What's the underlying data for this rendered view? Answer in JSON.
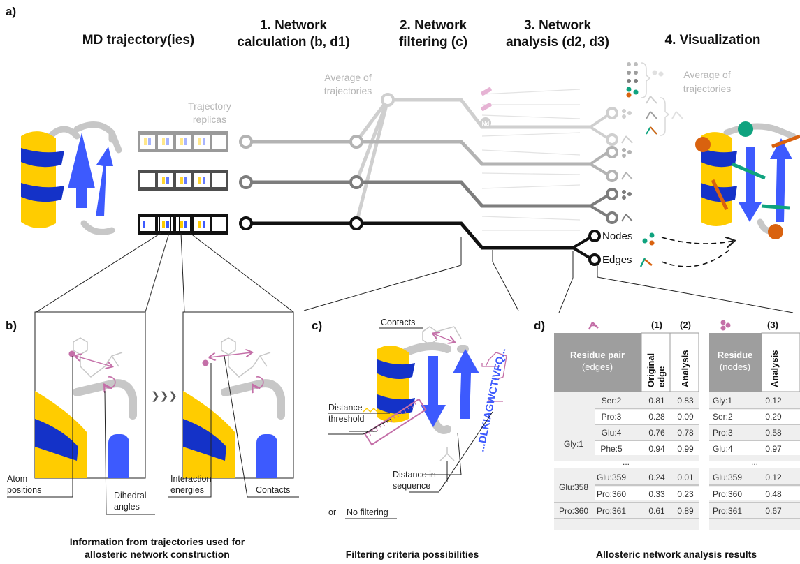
{
  "panel_a": {
    "label": "a)",
    "headers": {
      "md": "MD trajectory(ies)",
      "step1_l1": "1. Network",
      "step1_l2": "calculation (b, d1)",
      "step2_l1": "2. Network",
      "step2_l2": "filtering (c)",
      "step3_l1": "3. Network",
      "step3_l2": "analysis (d2, d3)",
      "step4": "4. Visualization"
    },
    "traj_replicas_l1": "Trajectory",
    "traj_replicas_l2": "replicas",
    "avg_l1": "Average of",
    "avg_l2": "trajectories",
    "avg2_l1": "Average of",
    "avg2_l2": "trajectories",
    "nodes": "Nodes",
    "edges": "Edges",
    "nd_badge": "Nd"
  },
  "panel_b": {
    "label": "b)",
    "atom_l1": "Atom",
    "atom_l2": "positions",
    "dihedral_l1": "Dihedral",
    "dihedral_l2": "angles",
    "interaction_l1": "Interaction",
    "interaction_l2": "energies",
    "contacts": "Contacts",
    "caption_l1": "Information from trajectories used for",
    "caption_l2": "allosteric network construction"
  },
  "panel_c": {
    "label": "c)",
    "contacts": "Contacts",
    "distance_l1": "Distance",
    "distance_l2": "threshold",
    "seqdist_l1": "Distance in",
    "seqdist_l2": "sequence",
    "sequence": "...DLKIAGWCTIVFQ...",
    "or": "or",
    "no_filtering": "No filtering",
    "caption": "Filtering criteria possibilities"
  },
  "panel_d": {
    "label": "d)",
    "caption": "Allosteric network analysis results",
    "edge_table": {
      "col1": "(1)",
      "col2": "(2)",
      "head_l1": "Residue pair",
      "head_l2": "(edges)",
      "sub1_l1": "Original",
      "sub1_l2": "edge",
      "sub2": "Analysis",
      "ellipsis": "...",
      "groups": [
        {
          "res": "Gly:1",
          "rows": [
            {
              "pair": "Ser:2",
              "orig": "0.81",
              "analysis": "0.83"
            },
            {
              "pair": "Pro:3",
              "orig": "0.28",
              "analysis": "0.09"
            },
            {
              "pair": "Glu:4",
              "orig": "0.76",
              "analysis": "0.78"
            },
            {
              "pair": "Phe:5",
              "orig": "0.94",
              "analysis": "0.99"
            }
          ]
        },
        {
          "res": "Glu:358",
          "rows": [
            {
              "pair": "Glu:359",
              "orig": "0.24",
              "analysis": "0.01"
            },
            {
              "pair": "Pro:360",
              "orig": "0.33",
              "analysis": "0.23"
            }
          ]
        },
        {
          "res": "Pro:360",
          "rows": [
            {
              "pair": "Pro:361",
              "orig": "0.61",
              "analysis": "0.89"
            }
          ]
        }
      ]
    },
    "node_table": {
      "col3": "(3)",
      "head_l1": "Residue",
      "head_l2": "(nodes)",
      "sub": "Analysis",
      "ellipsis": "...",
      "rows_top": [
        {
          "res": "Gly:1",
          "val": "0.12"
        },
        {
          "res": "Ser:2",
          "val": "0.29"
        },
        {
          "res": "Pro:3",
          "val": "0.58"
        },
        {
          "res": "Glu:4",
          "val": "0.97"
        }
      ],
      "rows_bottom": [
        {
          "res": "Glu:359",
          "val": "0.12"
        },
        {
          "res": "Pro:360",
          "val": "0.48"
        },
        {
          "res": "Pro:361",
          "val": "0.67"
        }
      ]
    }
  },
  "colors": {
    "helix_yellow": "#FFCC00",
    "helix_blue": "#1432C8",
    "strand_blue": "#3D5AFE",
    "pink": "#C46FA8",
    "green": "#0FA37F",
    "orange": "#D9620F",
    "table_header": "#9E9E9E"
  }
}
